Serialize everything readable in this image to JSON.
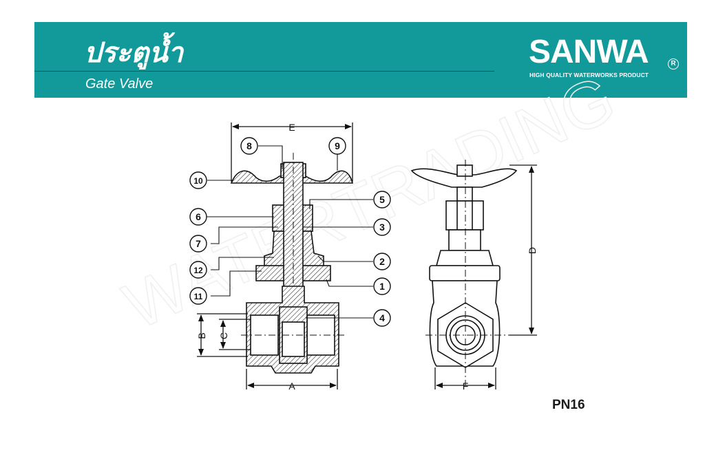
{
  "header": {
    "title_thai": "ประตูน้ำ",
    "title_en": "Gate Valve",
    "brand": "SANWA",
    "registered_mark": "R",
    "tagline": "HIGH QUALITY WATERWORKS PRODUCT",
    "banner_color": "#12999a"
  },
  "diagram": {
    "dimensions": {
      "E": "E",
      "A": "A",
      "B": "B",
      "C": "C",
      "D": "D",
      "F": "F"
    },
    "part_numbers": [
      "1",
      "2",
      "3",
      "4",
      "5",
      "6",
      "7",
      "8",
      "9",
      "10",
      "11",
      "12"
    ]
  },
  "rating": "PN16",
  "watermark_text": "WATERTRADING"
}
